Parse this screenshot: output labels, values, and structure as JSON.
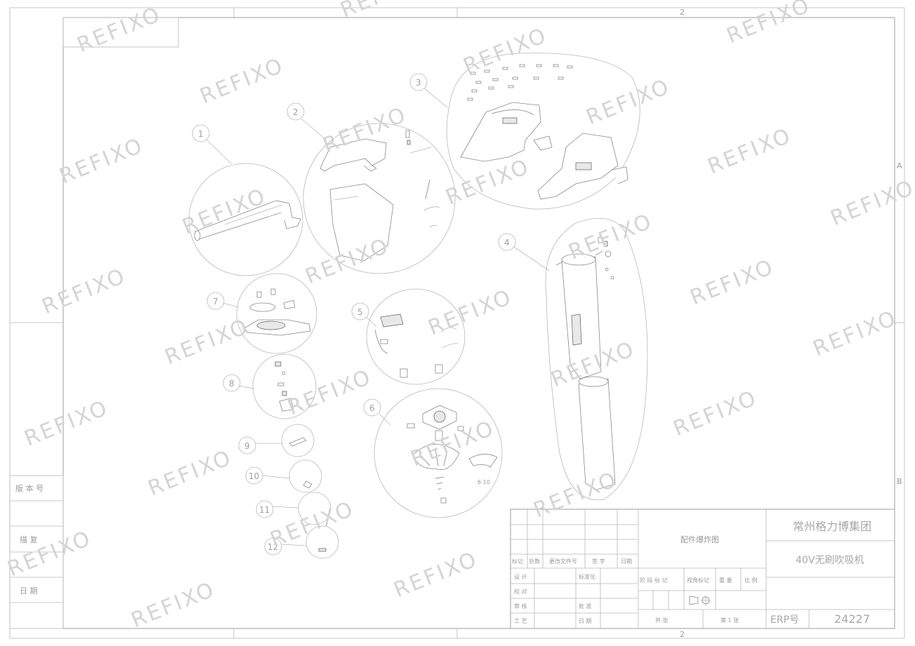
{
  "sheet": {
    "zone_top": "2",
    "zone_bottom": "2",
    "zone_right_a": "A",
    "zone_right_b": "B"
  },
  "watermark": "REFIXO",
  "callouts": [
    "1",
    "2",
    "3",
    "4",
    "5",
    "6",
    "7",
    "8",
    "9",
    "10",
    "11",
    "12"
  ],
  "part6_note": "6 10",
  "left_strip": {
    "version": "版 本 号",
    "draw": "描 复",
    "date": "日 期"
  },
  "title_block": {
    "drawing_title": "配件爆炸图",
    "company": "常州格力博集团",
    "product": "40V无刷吹吸机",
    "erp_label": "ERP号",
    "erp_number": "24227",
    "rev_headers": [
      "标记",
      "处数",
      "更改文件号",
      "签 字",
      "日期"
    ],
    "rows_left": [
      "设 计",
      "校 对",
      "审 核",
      "工 艺"
    ],
    "rows_mid": [
      "标准化",
      "",
      "批 准",
      "日 期"
    ],
    "stage_headers": [
      "阶 段 标 记",
      "视角标记",
      "重 量",
      "比 例"
    ],
    "total_sheets": "共 张",
    "sheet_no": "第 1 张"
  }
}
